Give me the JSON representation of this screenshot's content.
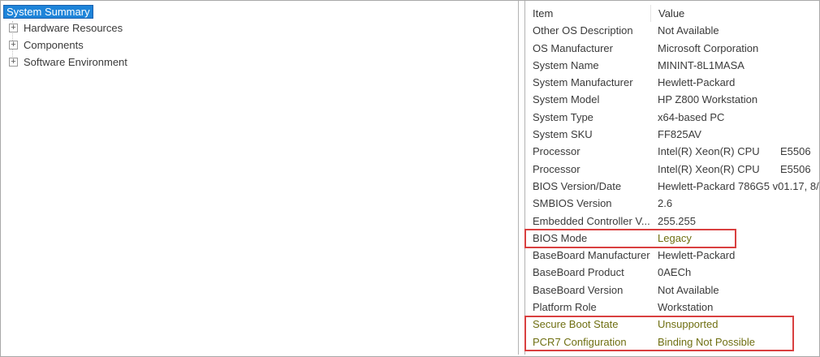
{
  "tree": {
    "items": [
      {
        "label": "System Summary",
        "selected": true,
        "expandable": false
      },
      {
        "label": "Hardware Resources",
        "selected": false,
        "expandable": true
      },
      {
        "label": "Components",
        "selected": false,
        "expandable": true
      },
      {
        "label": "Software Environment",
        "selected": false,
        "expandable": true
      }
    ],
    "expand_icon_glyph": "+"
  },
  "table": {
    "columns": [
      "Item",
      "Value"
    ],
    "rows": [
      {
        "item": "Other OS Description",
        "value": "Not Available"
      },
      {
        "item": "OS Manufacturer",
        "value": "Microsoft Corporation"
      },
      {
        "item": "System Name",
        "value": "MININT-8L1MASA"
      },
      {
        "item": "System Manufacturer",
        "value": "Hewlett-Packard"
      },
      {
        "item": "System Model",
        "value": "HP Z800 Workstation"
      },
      {
        "item": "System Type",
        "value": "x64-based PC"
      },
      {
        "item": "System SKU",
        "value": "FF825AV"
      },
      {
        "item": "Processor",
        "value": "Intel(R) Xeon(R) CPU       E5506"
      },
      {
        "item": "Processor",
        "value": "Intel(R) Xeon(R) CPU       E5506"
      },
      {
        "item": "BIOS Version/Date",
        "value": "Hewlett-Packard 786G5 v01.17, 8/"
      },
      {
        "item": "SMBIOS Version",
        "value": "2.6"
      },
      {
        "item": "Embedded Controller V...",
        "value": "255.255"
      },
      {
        "item": "BIOS Mode",
        "value": "Legacy",
        "item_highlighted": false,
        "value_highlighted": true,
        "annotated": true
      },
      {
        "item": "BaseBoard Manufacturer",
        "value": "Hewlett-Packard"
      },
      {
        "item": "BaseBoard Product",
        "value": "0AECh"
      },
      {
        "item": "BaseBoard Version",
        "value": "Not Available"
      },
      {
        "item": "Platform Role",
        "value": "Workstation"
      },
      {
        "item": "Secure Boot State",
        "value": "Unsupported",
        "item_highlighted": true,
        "value_highlighted": true,
        "annotated": true
      },
      {
        "item": "PCR7 Configuration",
        "value": "Binding Not Possible",
        "item_highlighted": true,
        "value_highlighted": true,
        "annotated": true
      }
    ]
  },
  "colors": {
    "selection_bg": "#1e84d9",
    "selection_border": "#1a60ae",
    "highlight_text": "#6f6f12",
    "annotation_red": "#d94040"
  }
}
